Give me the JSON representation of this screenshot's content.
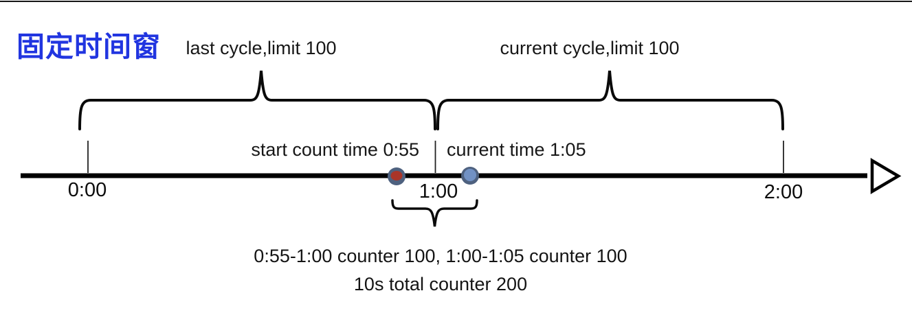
{
  "header": {
    "title": "固定时间窗"
  },
  "cycles": {
    "last_label": "last cycle,limit 100",
    "current_label": "current cycle,limit 100"
  },
  "markers": {
    "start_label": "start count time 0:55",
    "current_label": "current time 1:05"
  },
  "axis": {
    "ticks": [
      "0:00",
      "1:00",
      "2:00"
    ]
  },
  "summary": {
    "line1": "0:55-1:00 counter 100, 1:00-1:05 counter 100",
    "line2": "10s total counter 200"
  },
  "colors": {
    "title": "#2135e0",
    "ring": "#4e617f",
    "marker_red": "#aa3529",
    "marker_blue": "#7191c4",
    "line": "#000000"
  }
}
